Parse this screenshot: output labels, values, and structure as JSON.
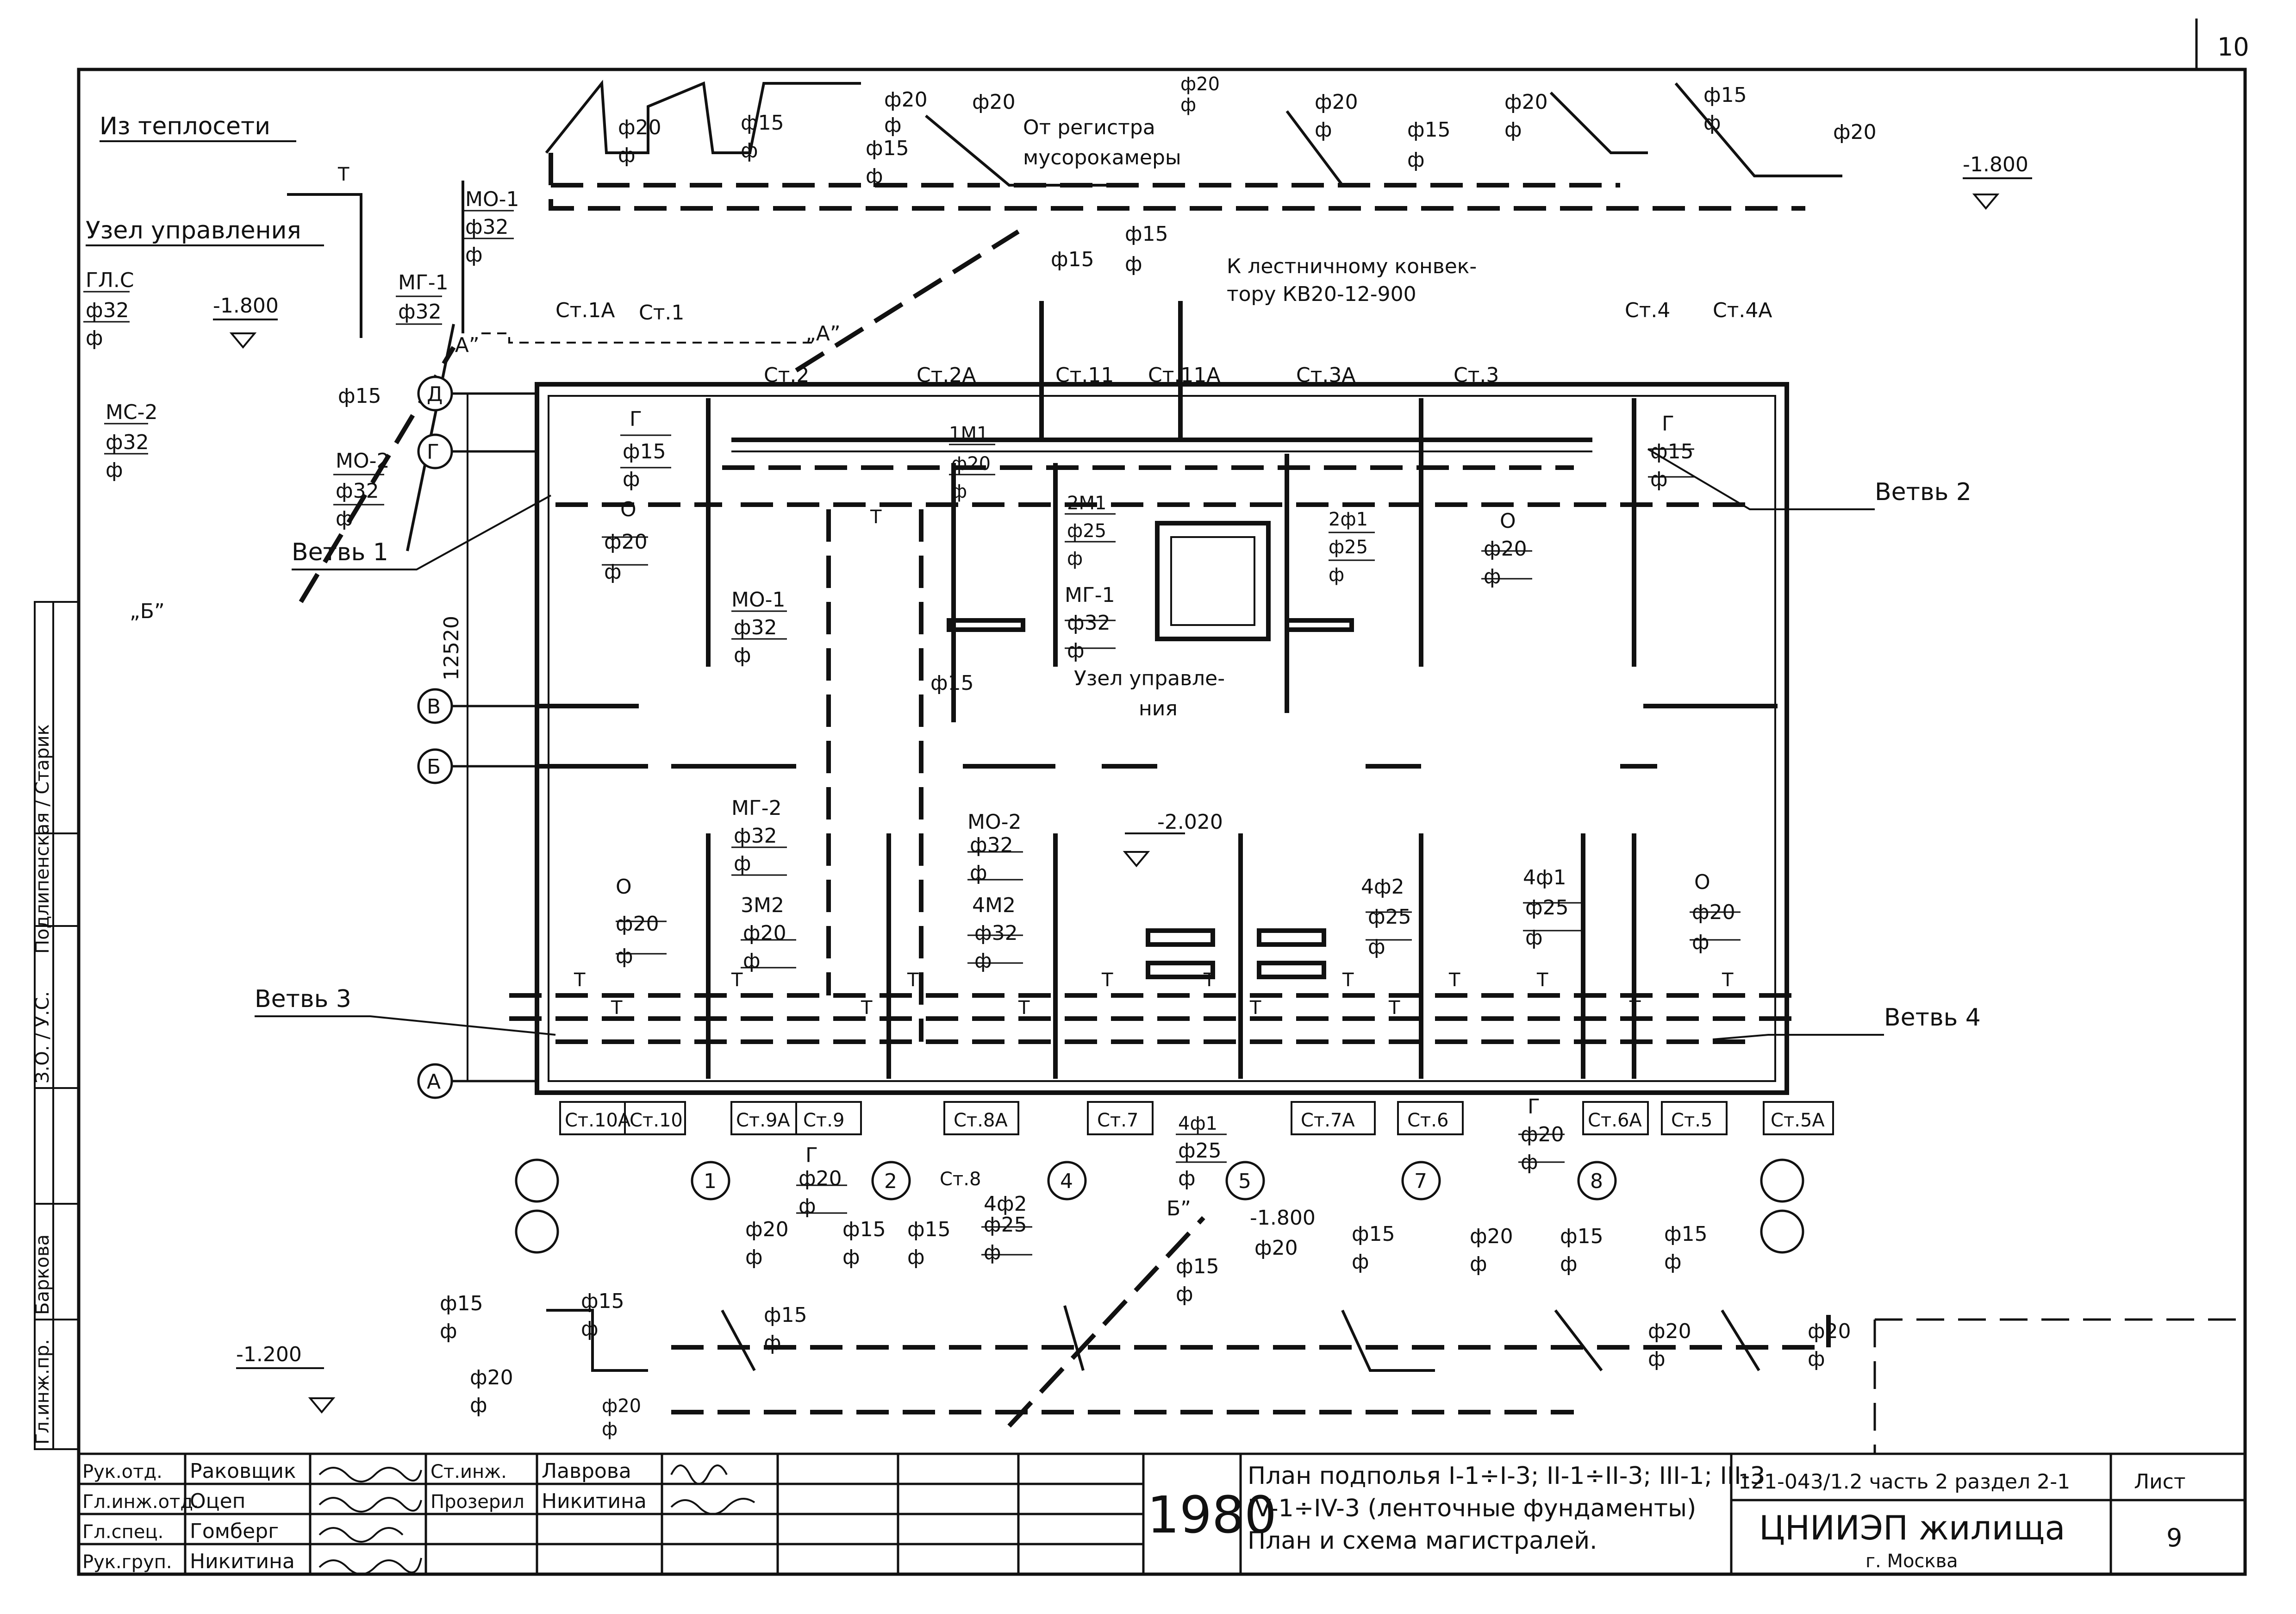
{
  "sheet": {
    "page_corner_number": "10",
    "elevations": [
      "-1.800",
      "-1.800",
      "-1.800",
      "-1.200",
      "-2.020"
    ],
    "dimension_vertical": "12520",
    "notes": {
      "from_heating_network": "Из теплосети",
      "control_unit": "Узел управления",
      "from_register": "От регистра",
      "garbage_room": "мусорокамеры",
      "to_stair_convector_1": "К лестничному конвек-",
      "to_stair_convector_2": "тору КВ20-12-900",
      "control_unit_plan_1": "Узел управле-",
      "control_unit_plan_2": "ния"
    },
    "branches": {
      "b1": "Ветвь 1",
      "b2": "Ветвь 2",
      "b3": "Ветвь 3",
      "b4": "Ветвь 4"
    },
    "section_marks": {
      "a_left": "„А”",
      "a_right": "„А”",
      "b_left": "„Б”",
      "b_right": "Б”"
    },
    "axes": {
      "rows": [
        "Д",
        "Г",
        "В",
        "Б",
        "А"
      ],
      "cols": [
        "1",
        "2",
        "4",
        "5",
        "7",
        "8"
      ]
    },
    "risers": {
      "top": [
        "Ст.1А",
        "Ст.1",
        "Ст.2",
        "Ст.2А",
        "Ст.11",
        "Ст.11А",
        "Ст.3А",
        "Ст.3",
        "Ст.4",
        "Ст.4А"
      ],
      "bottom": [
        "Ст.10А",
        "Ст.10",
        "Ст.9А",
        "Ст.9",
        "Ст.8А",
        "Ст.8",
        "Ст.7",
        "Ст.7А",
        "Ст.6",
        "Ст.6А",
        "Ст.5",
        "Ст.5А"
      ]
    },
    "pipe_tags": {
      "gl_s": "ГЛ.С",
      "d32": "ф32",
      "d15": "ф15",
      "d20": "ф20",
      "d25": "ф25",
      "phi": "ф",
      "mo1": "МО-1",
      "mg1": "МГ-1",
      "ms2": "МС-2",
      "mo2": "МО-2",
      "mg2": "МГ-2",
      "g": "Г",
      "o": "О",
      "m1": "1М1",
      "m2_2": "2М1",
      "f1_2": "2ф1",
      "m3": "3М2",
      "m4": "4М2",
      "f2_4": "4ф2",
      "f1_4": "4ф1",
      "f1_4b": "4ф1",
      "f2_4b": "4ф2",
      "T": "Т"
    }
  },
  "title_block": {
    "staff": [
      {
        "role": "Рук.отд.",
        "name": "Раковщик",
        "role2": "Ст.инж.",
        "name2": "Лаврова"
      },
      {
        "role": "Гл.инж.отд.",
        "name": "Оцеп",
        "role2": "Прозерил",
        "name2": "Никитина"
      },
      {
        "role": "Гл.спец.",
        "name": "Гомберг",
        "role2": "",
        "name2": ""
      },
      {
        "role": "Рук.груп.",
        "name": "Никитина",
        "role2": "",
        "name2": ""
      }
    ],
    "year": "1980",
    "title_line1": "План подполья I-1÷I-3; II-1÷II-3; III-1; III-3",
    "title_line2": "IV-1÷IV-3 (ленточные фундаменты)",
    "title_line3": "План и схема магистралей.",
    "project_code": "121-043/1.2 часть 2 раздел 2-1",
    "organization": "ЦНИИЭП жилища",
    "city": "г. Москва",
    "sheet_label": "Лист",
    "sheet_number": "9"
  },
  "side_stamp": {
    "rows": [
      "З.О. / У.С.",
      "Подлипенская / Старик",
      "Баркова",
      "Гл.инж.пр."
    ]
  }
}
